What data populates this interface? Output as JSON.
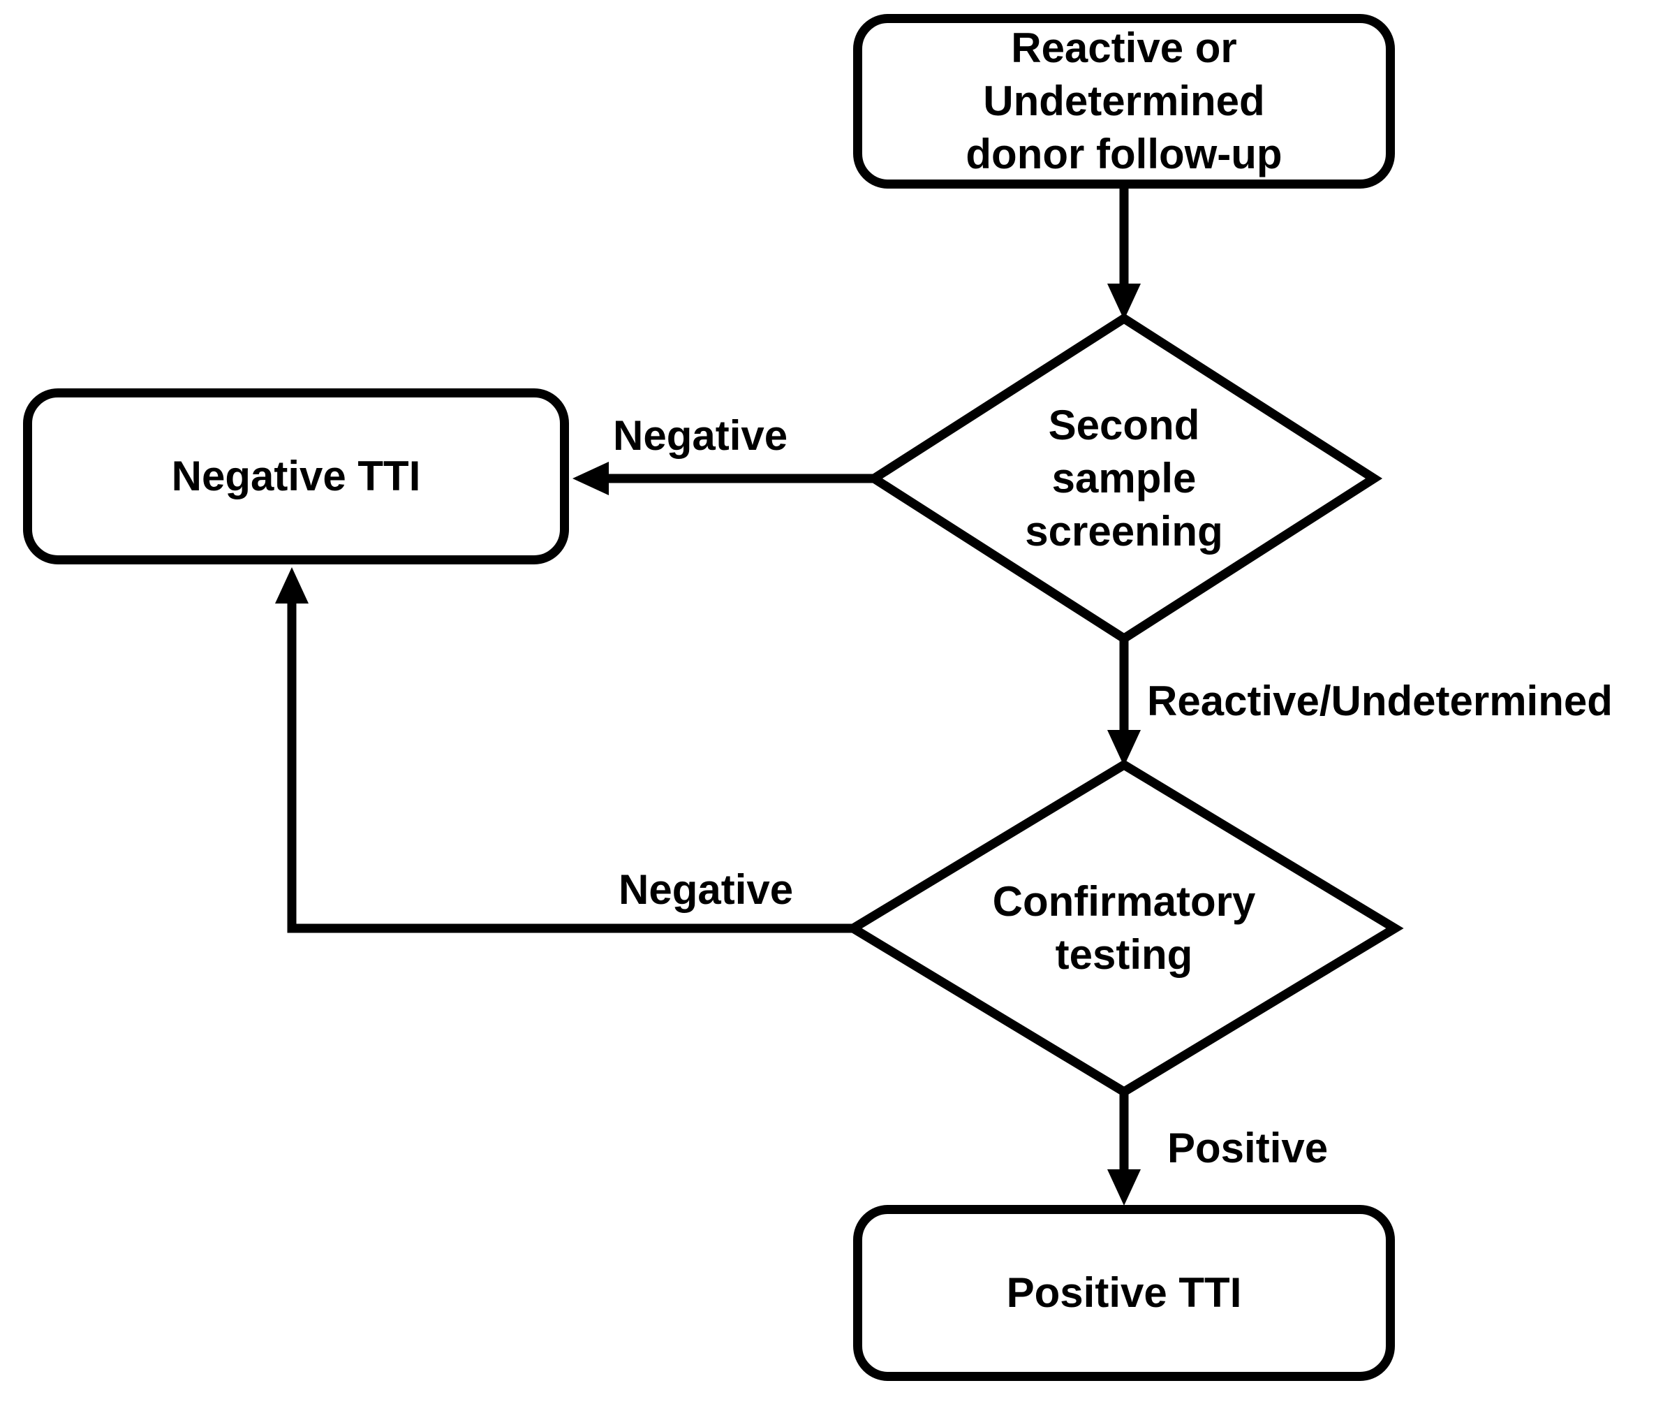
{
  "colors": {
    "background": "#ffffff",
    "stroke": "#000000",
    "text": "#000000"
  },
  "nodes": {
    "donor_followup": {
      "type": "terminator",
      "label": "Reactive or\nUndetermined\ndonor follow-up"
    },
    "second_sample_screening": {
      "type": "decision",
      "label": "Second\nsample\nscreening"
    },
    "negative_tti": {
      "type": "terminator",
      "label": "Negative TTI"
    },
    "confirmatory_testing": {
      "type": "decision",
      "label": "Confirmatory\ntesting"
    },
    "positive_tti": {
      "type": "terminator",
      "label": "Positive TTI"
    }
  },
  "edges": {
    "followup_to_screening": {
      "from": "donor_followup",
      "to": "second_sample_screening",
      "label": ""
    },
    "screening_to_negative_tti": {
      "from": "second_sample_screening",
      "to": "negative_tti",
      "label": "Negative"
    },
    "screening_to_confirmatory": {
      "from": "second_sample_screening",
      "to": "confirmatory_testing",
      "label": "Reactive/Undetermined"
    },
    "confirmatory_to_negative_tti": {
      "from": "confirmatory_testing",
      "to": "negative_tti",
      "label": "Negative"
    },
    "confirmatory_to_positive_tti": {
      "from": "confirmatory_testing",
      "to": "positive_tti",
      "label": "Positive"
    }
  }
}
